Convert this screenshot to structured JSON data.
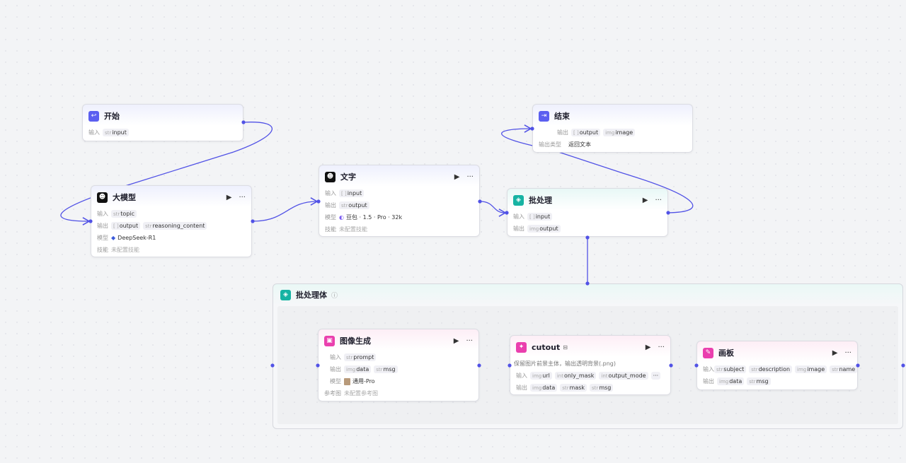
{
  "colors": {
    "edge": "#5152e6",
    "start": "#5b5ff0",
    "llm": "#111111",
    "batch": "#16b3a3",
    "image": "#ea3fae"
  },
  "start": {
    "title": "开始",
    "input_label": "输入",
    "inputs": [
      {
        "type": "str",
        "name": "input"
      }
    ],
    "icon": "start-icon"
  },
  "llm": {
    "title": "大模型",
    "input_label": "输入",
    "output_label": "输出",
    "model_label": "模型",
    "skill_label": "技能",
    "inputs": [
      {
        "type": "str",
        "name": "topic"
      }
    ],
    "outputs": [
      {
        "type": "[ ]",
        "name": "output"
      },
      {
        "type": "str",
        "name": "reasoning_content"
      }
    ],
    "model": "DeepSeek-R1",
    "skill": "未配置技能"
  },
  "text": {
    "title": "文字",
    "input_label": "输入",
    "output_label": "输出",
    "model_label": "模型",
    "skill_label": "技能",
    "inputs": [
      {
        "type": "[ ]",
        "name": "input"
      }
    ],
    "outputs": [
      {
        "type": "str",
        "name": "output"
      }
    ],
    "model": "豆包 · 1.5 · Pro · 32k",
    "skill": "未配置技能"
  },
  "end": {
    "title": "结束",
    "output_label": "输出",
    "type_label": "输出类型",
    "outputs": [
      {
        "type": "[ ]",
        "name": "output"
      },
      {
        "type": "img",
        "name": "image"
      }
    ],
    "type_value": "返回文本"
  },
  "batch": {
    "title": "批处理",
    "input_label": "输入",
    "output_label": "输出",
    "inputs": [
      {
        "type": "[ ]",
        "name": "input"
      }
    ],
    "outputs": [
      {
        "type": "img",
        "name": "output"
      }
    ]
  },
  "batch_body": {
    "title": "批处理体"
  },
  "imagegen": {
    "title": "图像生成",
    "input_label": "输入",
    "output_label": "输出",
    "model_label": "模型",
    "ref_label": "参考图",
    "inputs": [
      {
        "type": "str",
        "name": "prompt"
      }
    ],
    "outputs": [
      {
        "type": "img",
        "name": "data"
      },
      {
        "type": "str",
        "name": "msg"
      }
    ],
    "model": "通用-Pro",
    "ref": "未配置参考图"
  },
  "cutout": {
    "title": "cutout",
    "desc": "保留图片前景主体，输出透明背景(.png)",
    "input_label": "输入",
    "output_label": "输出",
    "inputs": [
      {
        "type": "img",
        "name": "url"
      },
      {
        "type": "int",
        "name": "only_mask"
      },
      {
        "type": "int",
        "name": "output_mode"
      }
    ],
    "outputs": [
      {
        "type": "img",
        "name": "data"
      },
      {
        "type": "str",
        "name": "mask"
      },
      {
        "type": "str",
        "name": "msg"
      }
    ]
  },
  "board": {
    "title": "画板",
    "input_label": "输入",
    "output_label": "输出",
    "inputs": [
      {
        "type": "str",
        "name": "subject"
      },
      {
        "type": "str",
        "name": "description"
      },
      {
        "type": "img",
        "name": "image"
      },
      {
        "type": "str",
        "name": "name"
      }
    ],
    "outputs": [
      {
        "type": "img",
        "name": "data"
      },
      {
        "type": "str",
        "name": "msg"
      }
    ]
  }
}
